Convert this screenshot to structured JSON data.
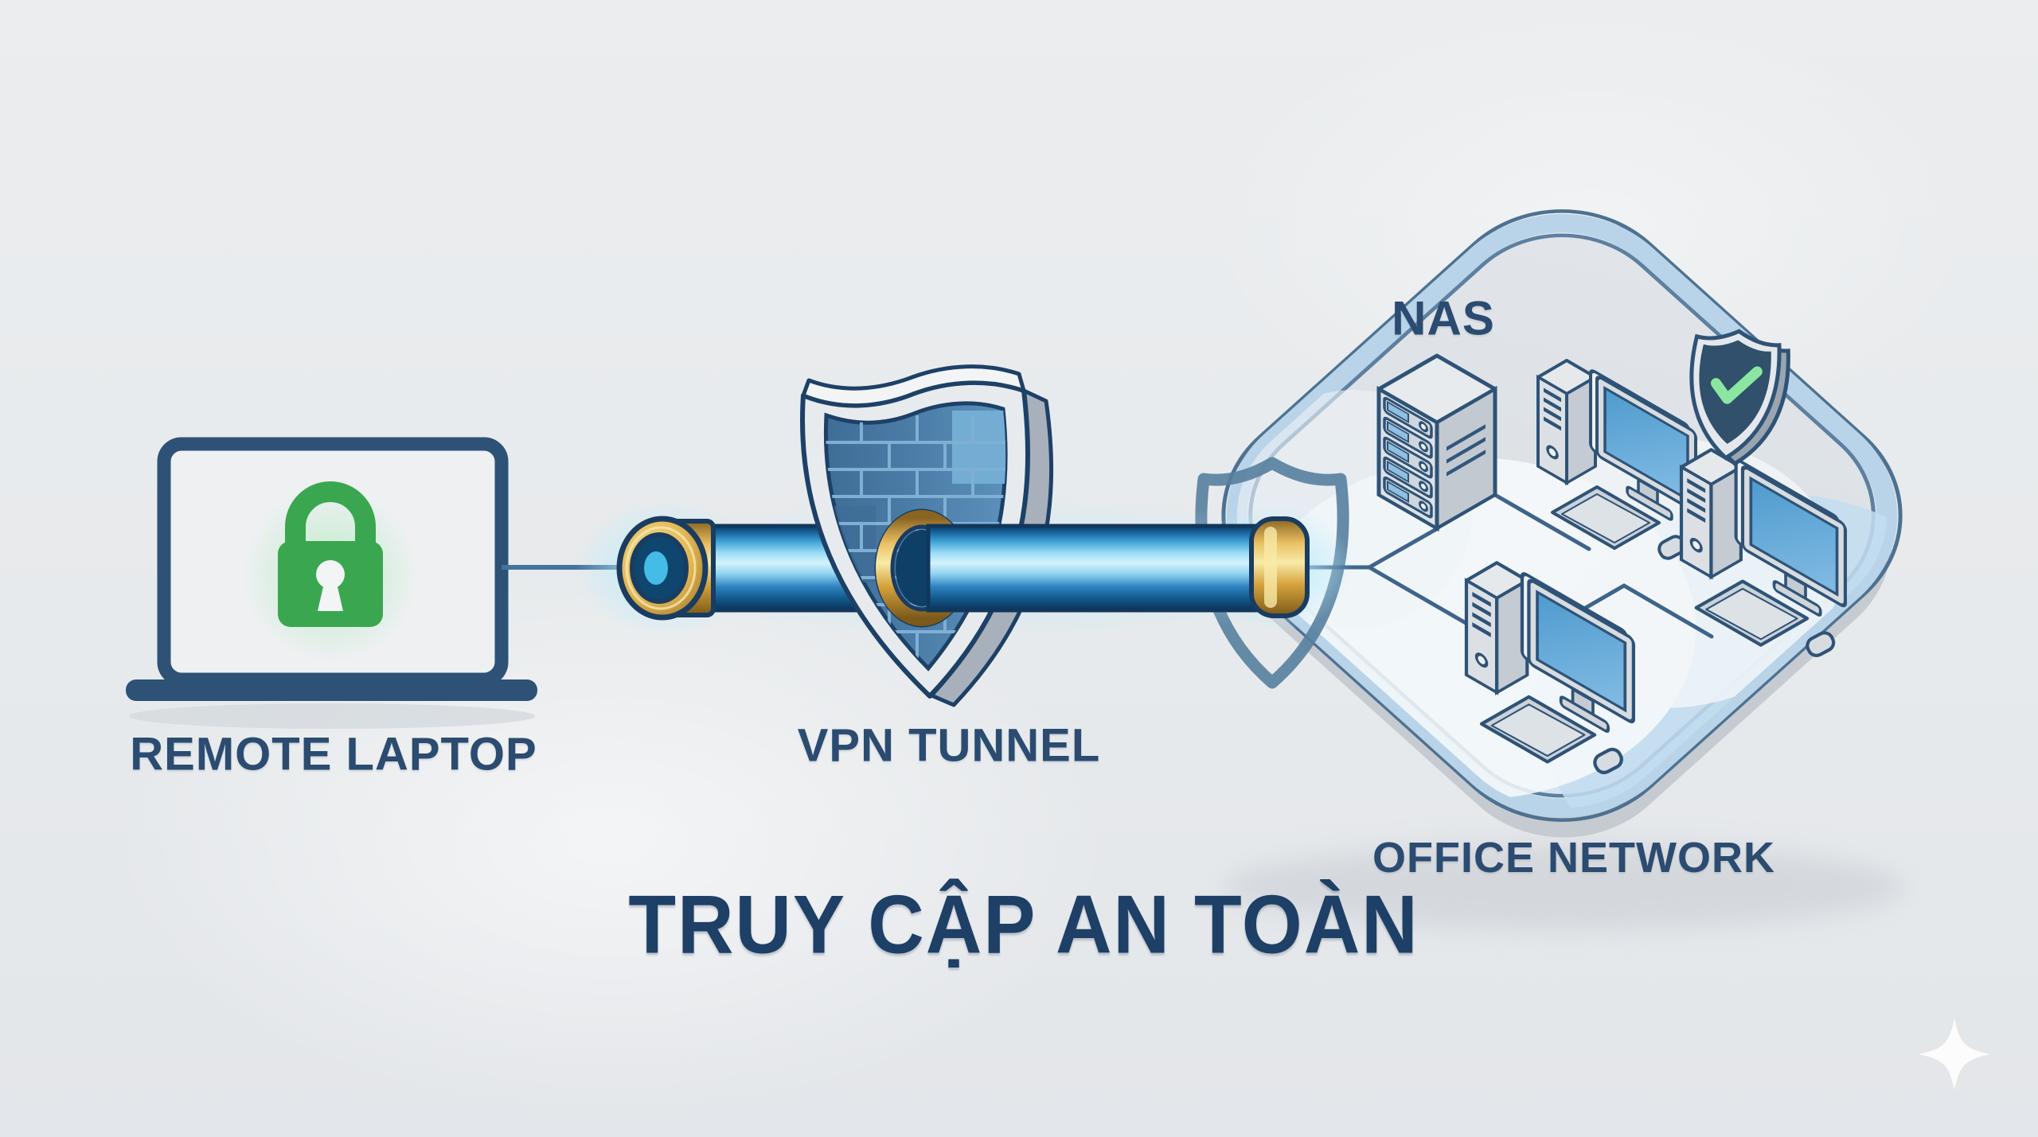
{
  "title": {
    "text": "TRUY CẬP AN TOÀN"
  },
  "nodes": {
    "remote_laptop": {
      "label": "REMOTE LAPTOP"
    },
    "vpn_tunnel": {
      "label": "VPN TUNNEL"
    },
    "office_network": {
      "label": "OFFICE NETWORK"
    },
    "nas": {
      "label": "NAS"
    }
  },
  "icons": [
    "lock-icon",
    "laptop-icon",
    "firewall-shield-icon",
    "gold-ring-icon",
    "entrance-shield-icon",
    "shield-check-icon",
    "nas-server-icon",
    "desktop-computer-icon",
    "sparkle-icon"
  ],
  "colors": {
    "accent_navy": "#2b4c70",
    "title_navy": "#1e3f66",
    "outline_navy": "#2f5377",
    "lock_green": "#3aa750",
    "check_green": "#8be6a2",
    "pipe_blue": "#2e84c0",
    "glow_cyan": "#aee7fb",
    "gold": "#d5a23c",
    "blob_band_blue": "#bad4e9",
    "brick_blue": "#4b7da8"
  }
}
